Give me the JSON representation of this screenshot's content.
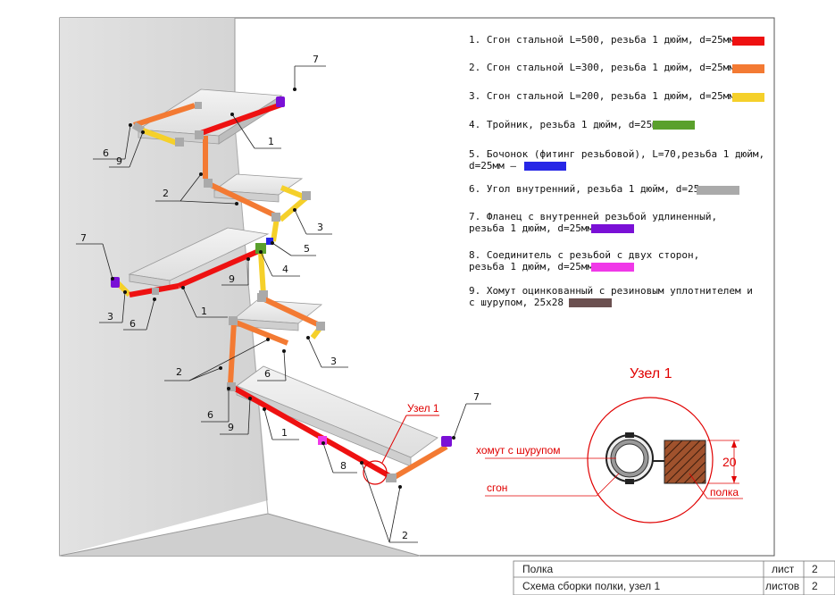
{
  "legend": [
    {
      "lines": [
        "1. Сгон стальной L=500, резьба 1 дюйм, d=25мм –"
      ],
      "color": "#ee1111"
    },
    {
      "lines": [
        "2. Сгон стальной L=300, резьба 1 дюйм, d=25мм –"
      ],
      "color": "#f37a33"
    },
    {
      "lines": [
        "3. Сгон стальной L=200, резьба 1 дюйм, d=25мм –"
      ],
      "color": "#f5d02a"
    },
    {
      "lines": [
        "4. Тройник, резьба 1 дюйм, d=25мм –"
      ],
      "color": "#5aa02c"
    },
    {
      "lines": [
        "5. Бочонок (фитинг резьбовой), L=70,резьба 1 дюйм,",
        "d=25мм –"
      ],
      "color": "#2626e6"
    },
    {
      "lines": [
        "6. Угол внутренний, резьба 1 дюйм, d=25мм –"
      ],
      "color": "#aaaaaa"
    },
    {
      "lines": [
        "7. Фланец с внутренней резьбой удлиненный,",
        "резьба 1 дюйм, d=25мм –"
      ],
      "color": "#7a10d6"
    },
    {
      "lines": [
        "8. Соединитель с резьбой с двух сторон,",
        "резьба 1 дюйм, d=25мм –"
      ],
      "color": "#f038e8"
    },
    {
      "lines": [
        "9. Хомут оцинкованный с резиновым уплотнителем и",
        "с шурупом, 25х28 –"
      ],
      "color": "#6b5050"
    }
  ],
  "callouts": [
    "7",
    "1",
    "6",
    "9",
    "2",
    "3",
    "5",
    "7",
    "4",
    "9",
    "3",
    "6",
    "1",
    "2",
    "3",
    "6",
    "6",
    "9",
    "1",
    "8",
    "7",
    "2"
  ],
  "node_callout": "Узел 1",
  "detail": {
    "title": "Узел 1",
    "clamp_label": "хомут с шурупом",
    "pipe_label": "сгон",
    "shelf_label": "полка",
    "dimension": "20"
  },
  "title_block": {
    "name": "Полка",
    "sheet_label": "лист",
    "sheet_value": "2",
    "description": "Схема сборки полки, узел 1",
    "sheets_label": "листов",
    "sheets_value": "2"
  },
  "colors": {
    "red": "#ee1111",
    "orange": "#f37a33",
    "yellow": "#f5d02a",
    "green": "#5aa02c",
    "blue": "#2626e6",
    "gray": "#aaaaaa",
    "purple": "#7a10d6",
    "magenta": "#f038e8",
    "brown": "#6b5050"
  }
}
